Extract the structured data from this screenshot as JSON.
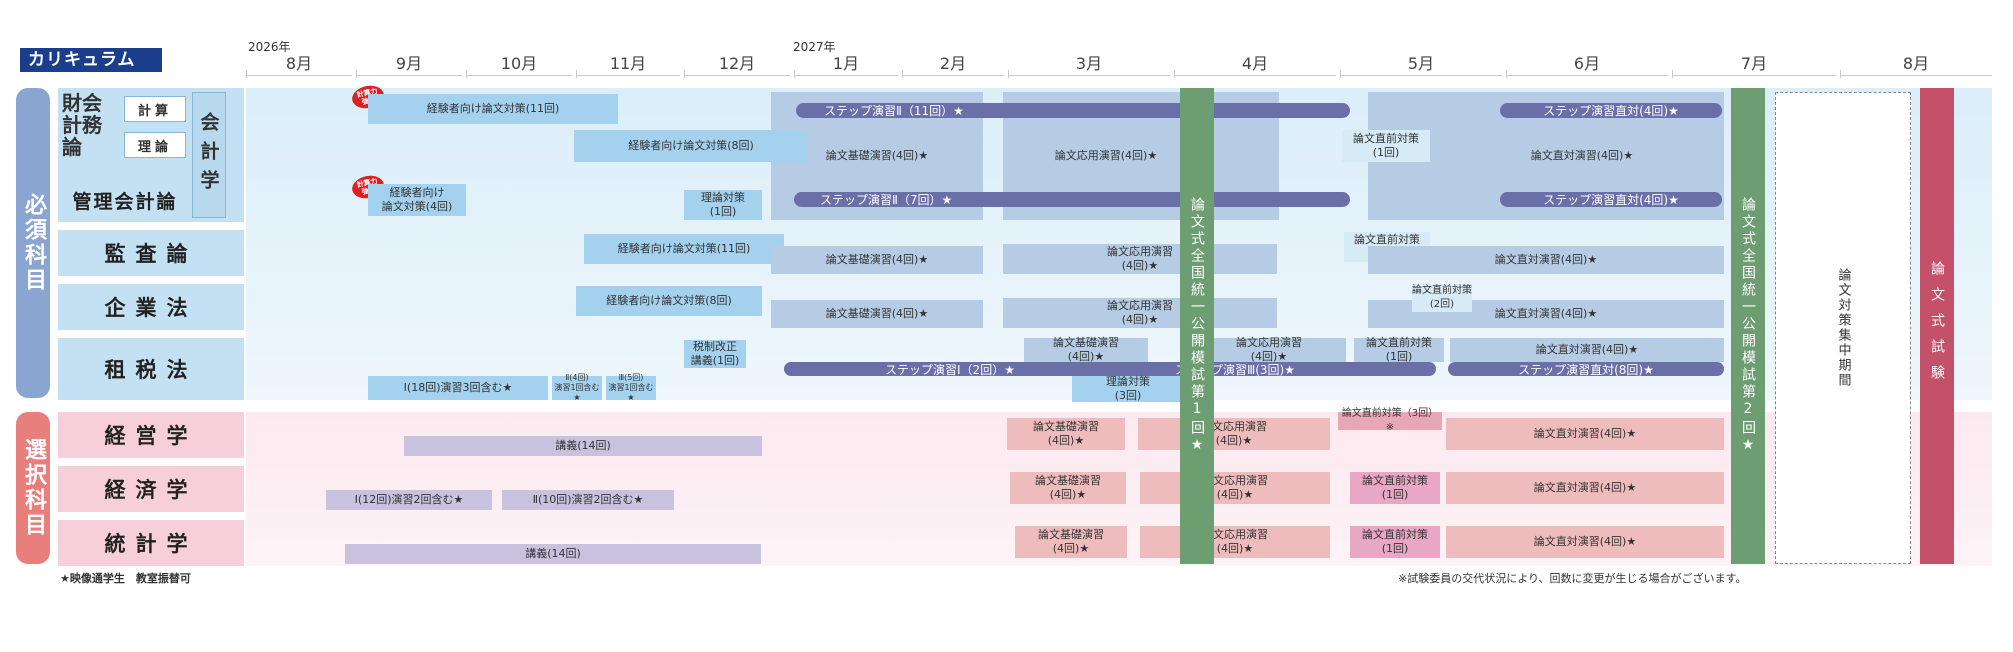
{
  "title": "カリキュラム",
  "years": {
    "y2026": "2026年",
    "y2027": "2027年"
  },
  "months": [
    "8月",
    "9月",
    "10月",
    "11月",
    "12月",
    "1月",
    "2月",
    "3月",
    "4月",
    "5月",
    "6月",
    "7月",
    "8月"
  ],
  "categories": {
    "required": "必須科目",
    "elective": "選択科目"
  },
  "subjects": {
    "zaimu": "財会\n計務\n論",
    "zaimu_calc": "計算",
    "zaimu_theory": "理論",
    "kaikeigaku": "会計学",
    "kanri": "管理会計論",
    "kansa": "監査論",
    "kigyo": "企業法",
    "sozei": "租税法",
    "keiei": "経営学",
    "keizai": "経済学",
    "tokei": "統計学"
  },
  "badge": "計算力\n強化",
  "blocks": {
    "z_exp11": "経験者向け論文対策(11回)",
    "z_exp8": "経験者向け論文対策(8回)",
    "z_kiso": "論文基礎演習(4回)★",
    "z_ouyou": "論文応用演習(4回)★",
    "z_chokuzen": "論文直前対策\n(1回)",
    "z_chokutai": "論文直対演習(4回)★",
    "k_exp": "経験者向け\n論文対策(4回)",
    "k_riron": "理論対策\n(1回)",
    "ka_exp11": "経験者向け論文対策(11回)",
    "ka_kiso": "論文基礎演習(4回)★",
    "ka_ouyou": "論文応用演習\n(4回)★",
    "ka_chokuzen": "論文直前対策\n(1回)",
    "ka_chokutai": "論文直対演習(4回)★",
    "kg_exp8": "経験者向け論文対策(8回)",
    "kg_kiso": "論文基礎演習(4回)★",
    "kg_ouyou": "論文応用演習\n(4回)★",
    "kg_chokuzen": "論文直前対策\n(2回)",
    "kg_chokutai": "論文直対演習(4回)★",
    "s_zeisei": "税制改正\n講義(1回)",
    "s_kiso": "論文基礎演習\n(4回)★",
    "s_ouyou": "論文応用演習\n(4回)★",
    "s_chokuzen": "論文直前対策\n(1回)",
    "s_chokutai": "論文直対演習(4回)★",
    "s_riron": "理論対策\n(3回)",
    "s_i18": "Ⅰ(18回)演習3回含む★",
    "s_ii4": "Ⅱ(4回)\n演習1回含む★",
    "s_iii5": "Ⅲ(5回)\n演習1回含む★",
    "e_kogi": "講義(14回)",
    "e_kiso": "論文基礎演習\n(4回)★",
    "e_ouyou": "論文応用演習\n(4回)★",
    "e_chokuzen": "論文直前対策（3回）※",
    "e_chokutai": "論文直対演習(4回)★",
    "c_i12": "Ⅰ(12回)演習2回含む★",
    "c_ii10": "Ⅱ(10回)演習2回含む★",
    "c_kiso": "論文基礎演習\n(4回)★",
    "c_ouyou": "論文応用演習\n(4回)★",
    "c_chokuzen": "論文直前対策\n(1回)",
    "c_chokutai": "論文直対演習(4回)★",
    "t_kogi": "講義(14回)",
    "t_kiso": "論文基礎演習\n(4回)★",
    "t_ouyou": "論文応用演習\n(4回)★",
    "t_chokuzen": "論文直前対策\n(1回)",
    "t_chokutai": "論文直対演習(4回)★"
  },
  "pills": {
    "z_step2": "ステップ演習Ⅱ（11回）★",
    "z_stepc": "ステップ演習直対(4回)★",
    "k_step2": "ステップ演習Ⅱ（7回）★",
    "k_stepc": "ステップ演習直対(4回)★",
    "s_step1": "ステップ演習Ⅰ（2回）★",
    "s_step3": "ステップ演習Ⅲ(3回)★",
    "s_stepc": "ステップ演習直対(8回)★"
  },
  "vbars": {
    "mock1": "論文式全国統一公開模試第1回★",
    "mock2": "論文式全国統一公開模試第2回★",
    "intensive": "論文対策集中期間",
    "exam": "論文式試験"
  },
  "colors": {
    "navy": "#1a3e8c",
    "required": "#8ba5d3",
    "elective": "#e97f7d",
    "green": "#6d9e71",
    "exam": "#c4506a",
    "pill": "#6b6fa7"
  },
  "footer": {
    "left": "★映像通学生　教室振替可",
    "right": "※試験委員の交代状況により、回数に変更が生じる場合がございます。"
  }
}
